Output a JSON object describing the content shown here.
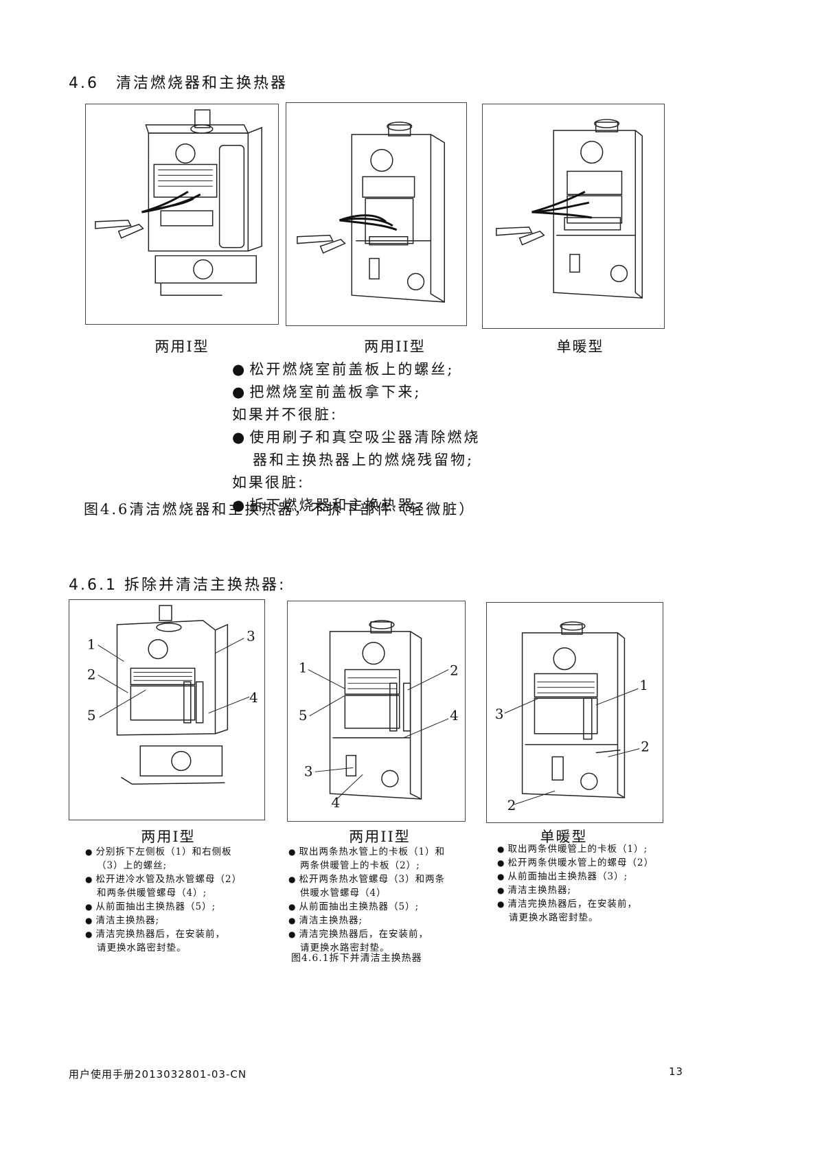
{
  "section_46": {
    "title": "4.6　清洁燃烧器和主换热器",
    "captions": [
      "两用I型",
      "两用II型",
      "单暖型"
    ],
    "steps": [
      {
        "type": "bullet",
        "text": "松开燃烧室前盖板上的螺丝;"
      },
      {
        "type": "bullet",
        "text": "把燃烧室前盖板拿下来;"
      },
      {
        "type": "cond",
        "text": "如果并不很脏:"
      },
      {
        "type": "bullet",
        "text": "使用刷子和真空吸尘器清除燃烧"
      },
      {
        "type": "cont",
        "text": "器和主换热器上的燃烧残留物;"
      },
      {
        "type": "cond",
        "text": "如果很脏:"
      },
      {
        "type": "bullet",
        "text": "拆下燃烧器和主换热器。"
      }
    ],
    "figure_caption": "图4.6清洁燃烧器和主换热器，不拆下部件（轻微脏）"
  },
  "section_461": {
    "title": "4.6.1 拆除并清洁主换热器:",
    "captions": [
      "两用I型",
      "两用II型",
      "单暖型"
    ],
    "callouts": [
      [
        "1",
        "2",
        "5",
        "3",
        "4"
      ],
      [
        "1",
        "5",
        "3",
        "4",
        "2",
        "4"
      ],
      [
        "3",
        "1",
        "2",
        "2"
      ]
    ],
    "columns": [
      [
        {
          "type": "bullet",
          "text": "分别拆下左侧板（1）和右侧板"
        },
        {
          "type": "cont",
          "text": "（3）上的螺丝;"
        },
        {
          "type": "bullet",
          "text": "松开进冷水管及热水管螺母（2）"
        },
        {
          "type": "cont",
          "text": "和两条供暖管螺母（4）;"
        },
        {
          "type": "bullet",
          "text": "从前面抽出主换热器（5）;"
        },
        {
          "type": "bullet",
          "text": "清洁主换热器;"
        },
        {
          "type": "bullet",
          "text": "清洁完换热器后，在安装前，"
        },
        {
          "type": "cont",
          "text": "请更换水路密封垫。"
        }
      ],
      [
        {
          "type": "bullet",
          "text": "取出两条热水管上的卡板（1）和"
        },
        {
          "type": "cont",
          "text": "两条供暖管上的卡板（2）;"
        },
        {
          "type": "bullet",
          "text": "松开两条热水管螺母（3）和两条"
        },
        {
          "type": "cont",
          "text": "供暖水管螺母（4）"
        },
        {
          "type": "bullet",
          "text": "从前面抽出主换热器（5）;"
        },
        {
          "type": "bullet",
          "text": "清洁主换热器;"
        },
        {
          "type": "bullet",
          "text": "清洁完换热器后，在安装前，"
        },
        {
          "type": "cont",
          "text": "请更换水路密封垫。"
        }
      ],
      [
        {
          "type": "bullet",
          "text": "取出两条供暖管上的卡板（1）;"
        },
        {
          "type": "bullet",
          "text": "松开两条供暖水管上的螺母（2）"
        },
        {
          "type": "bullet",
          "text": "从前面抽出主换热器（3）;"
        },
        {
          "type": "bullet",
          "text": "清洁主换热器;"
        },
        {
          "type": "bullet",
          "text": "清洁完换热器后，在安装前，"
        },
        {
          "type": "cont",
          "text": "请更换水路密封垫。"
        }
      ]
    ],
    "figure_caption": "图4.6.1拆下并清洁主换热器"
  },
  "footer": {
    "manual_id": "用户使用手册2013032801-03-CN",
    "page_number": "13"
  }
}
